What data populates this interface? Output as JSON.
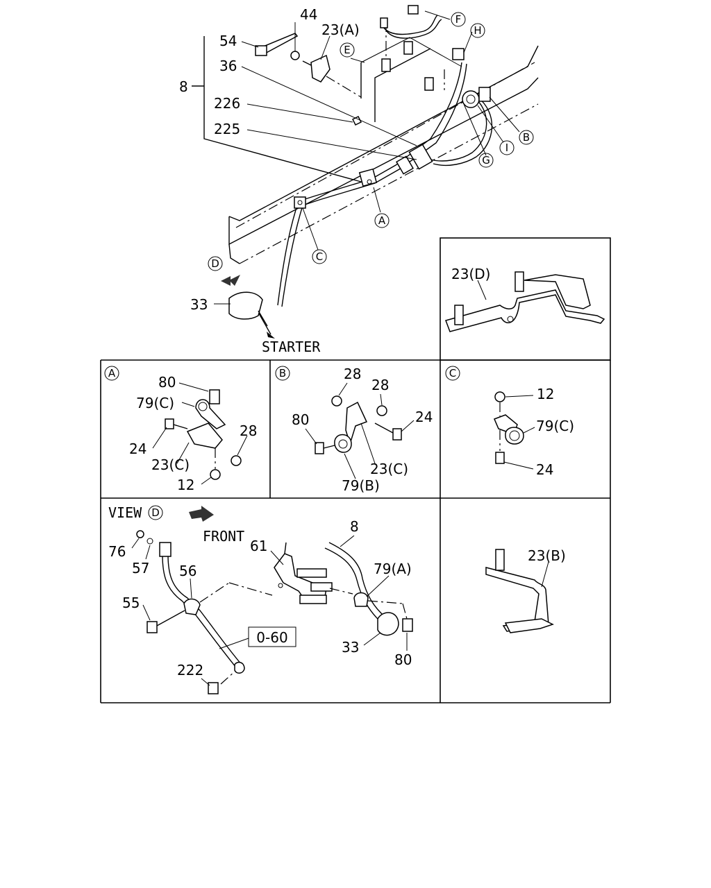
{
  "main_view": {
    "labels": {
      "l44": "44",
      "l23a": "23(A)",
      "l54": "54",
      "l36": "36",
      "l8": "8",
      "l226": "226",
      "l225": "225",
      "l33": "33",
      "starter": "STARTER"
    },
    "callouts": {
      "E": "E",
      "F": "F",
      "H": "H",
      "B": "B",
      "I": "I",
      "G": "G",
      "A": "A",
      "C": "C",
      "D": "D"
    }
  },
  "detail_23d": {
    "label": "23(D)"
  },
  "detail_a": {
    "callout": "A",
    "labels": {
      "l80": "80",
      "l79c": "79(C)",
      "l24": "24",
      "l28": "28",
      "l23c": "23(C)",
      "l12": "12"
    }
  },
  "detail_b": {
    "callout": "B",
    "labels": {
      "l28a": "28",
      "l28b": "28",
      "l80": "80",
      "l24": "24",
      "l23c": "23(C)",
      "l79b": "79(B)"
    }
  },
  "detail_c": {
    "callout": "C",
    "labels": {
      "l12": "12",
      "l79c": "79(C)",
      "l24": "24"
    }
  },
  "view_d": {
    "title": "VIEW",
    "callout": "D",
    "front": "FRONT",
    "labels": {
      "l76": "76",
      "l57": "57",
      "l56": "56",
      "l55": "55",
      "l61": "61",
      "l8": "8",
      "l79a": "79(A)",
      "l33": "33",
      "l80": "80",
      "l222": "222",
      "ref": "0-60"
    }
  },
  "detail_23b": {
    "label": "23(B)"
  }
}
